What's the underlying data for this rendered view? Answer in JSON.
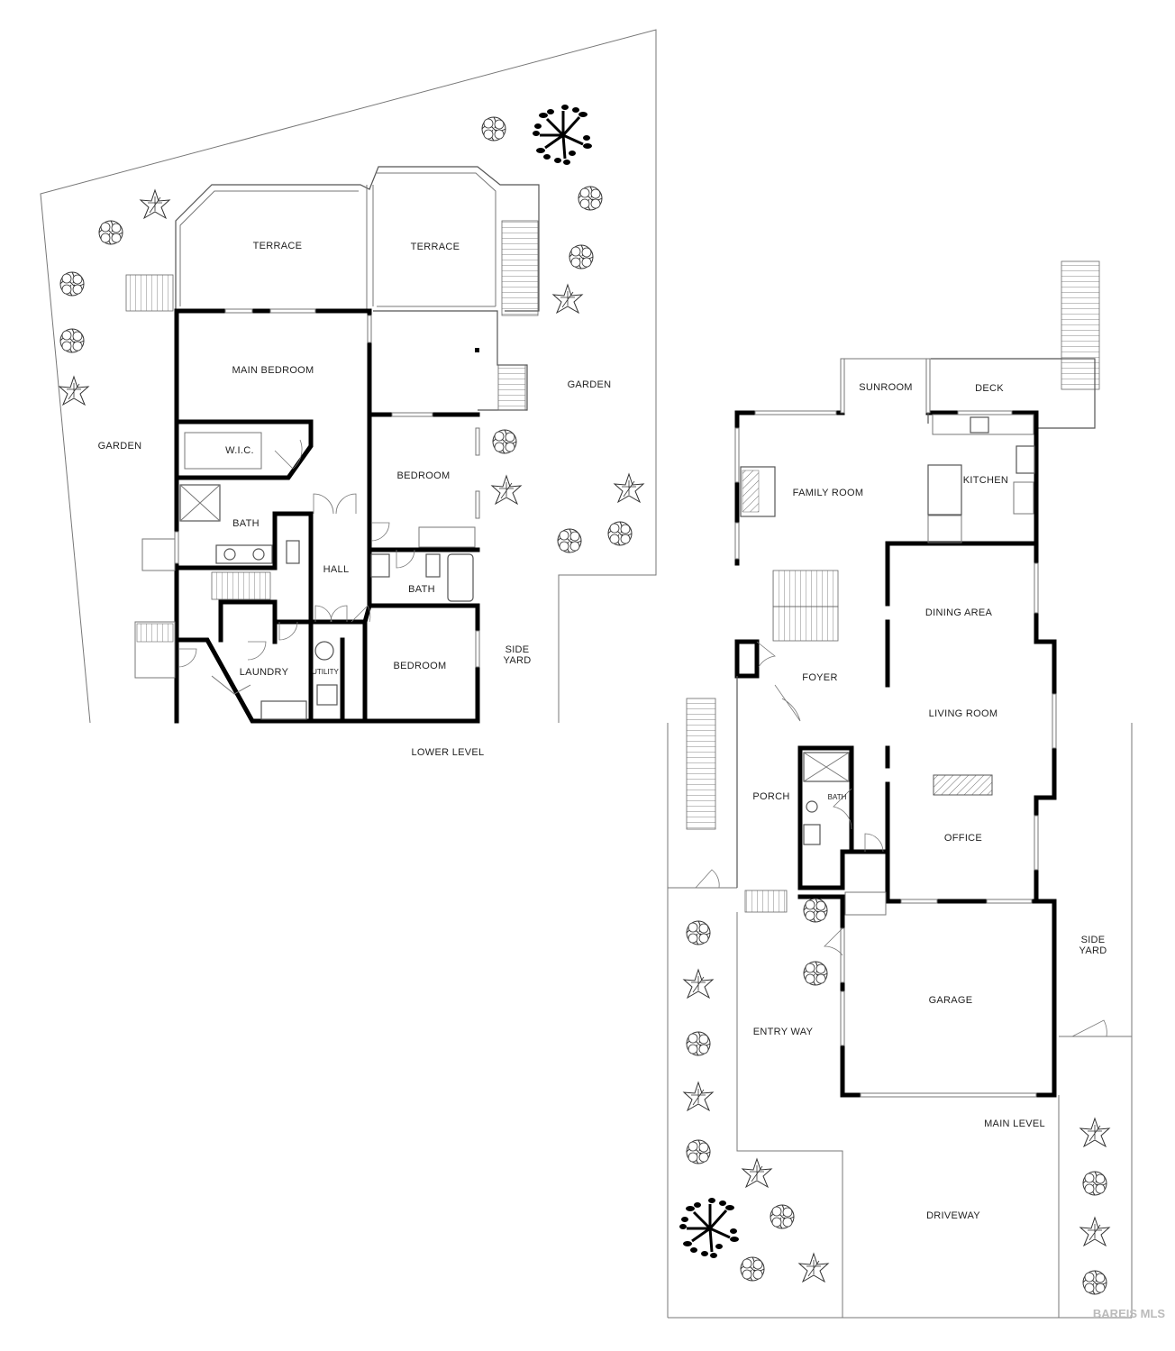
{
  "levels": {
    "lower": {
      "title": "LOWER LEVEL",
      "rooms": {
        "terrace_left": "TERRACE",
        "terrace_right": "TERRACE",
        "main_bedroom": "MAIN BEDROOM",
        "wic": "W.I.C.",
        "bath_main": "BATH",
        "hall": "HALL",
        "bedroom_upper": "BEDROOM",
        "bath_hall": "BATH",
        "bedroom_lower": "BEDROOM",
        "laundry": "LAUNDRY",
        "utility": "UTILITY",
        "garden_left": "GARDEN",
        "garden_right": "GARDEN",
        "side_yard_1": "SIDE",
        "side_yard_2": "YARD"
      }
    },
    "main": {
      "title": "MAIN LEVEL",
      "rooms": {
        "sunroom": "SUNROOM",
        "deck": "DECK",
        "family_room": "FAMILY ROOM",
        "kitchen": "KITCHEN",
        "dining_area": "DINING AREA",
        "foyer": "FOYER",
        "living_room": "LIVING ROOM",
        "porch": "PORCH",
        "bath": "BATH",
        "office": "OFFICE",
        "side_yard_1": "SIDE",
        "side_yard_2": "YARD",
        "entry_way": "ENTRY WAY",
        "garage": "GARAGE",
        "driveway": "DRIVEWAY"
      }
    }
  },
  "watermark": "BAREIS MLS"
}
